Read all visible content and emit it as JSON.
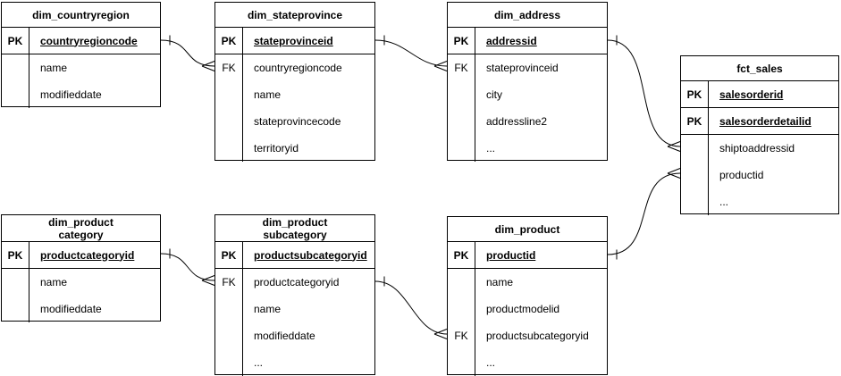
{
  "diagram": {
    "background_color": "#ffffff",
    "line_color": "#000000",
    "text_color": "#000000",
    "notation": "crow's foot (one-to-many)"
  },
  "tables": [
    {
      "id": "dim_countryregion",
      "title": "dim_countryregion",
      "rows": [
        {
          "key": "PK",
          "name": "countryregioncode"
        },
        {
          "key": "",
          "name": "name"
        },
        {
          "key": "",
          "name": "modifieddate"
        }
      ]
    },
    {
      "id": "dim_stateprovince",
      "title": "dim_stateprovince",
      "rows": [
        {
          "key": "PK",
          "name": "stateprovinceid"
        },
        {
          "key": "FK",
          "name": "countryregioncode"
        },
        {
          "key": "",
          "name": "name"
        },
        {
          "key": "",
          "name": "stateprovincecode"
        },
        {
          "key": "",
          "name": "territoryid"
        }
      ]
    },
    {
      "id": "dim_address",
      "title": "dim_address",
      "rows": [
        {
          "key": "PK",
          "name": "addressid"
        },
        {
          "key": "FK",
          "name": "stateprovinceid"
        },
        {
          "key": "",
          "name": "city"
        },
        {
          "key": "",
          "name": "addressline2"
        },
        {
          "key": "",
          "name": "..."
        }
      ]
    },
    {
      "id": "fct_sales",
      "title": "fct_sales",
      "rows": [
        {
          "key": "PK",
          "name": "salesorderid"
        },
        {
          "key": "PK",
          "name": "salesorderdetailid"
        },
        {
          "key": "",
          "name": "shiptoaddressid"
        },
        {
          "key": "",
          "name": "productid"
        },
        {
          "key": "",
          "name": "..."
        }
      ]
    },
    {
      "id": "dim_productcategory",
      "title": "dim_product\ncategory",
      "rows": [
        {
          "key": "PK",
          "name": "productcategoryid"
        },
        {
          "key": "",
          "name": "name"
        },
        {
          "key": "",
          "name": "modifieddate"
        }
      ]
    },
    {
      "id": "dim_productsubcategory",
      "title": "dim_product\nsubcategory",
      "rows": [
        {
          "key": "PK",
          "name": "productsubcategoryid"
        },
        {
          "key": "FK",
          "name": "productcategoryid"
        },
        {
          "key": "",
          "name": "name"
        },
        {
          "key": "",
          "name": "modifieddate"
        },
        {
          "key": "",
          "name": "..."
        }
      ]
    },
    {
      "id": "dim_product",
      "title": "dim_product",
      "rows": [
        {
          "key": "PK",
          "name": "productid"
        },
        {
          "key": "",
          "name": "name"
        },
        {
          "key": "",
          "name": "productmodelid"
        },
        {
          "key": "FK",
          "name": "productsubcategoryid"
        },
        {
          "key": "",
          "name": "..."
        }
      ]
    }
  ],
  "relationships": [
    {
      "from": "dim_countryregion.countryregioncode",
      "to": "dim_stateprovince.countryregioncode",
      "cardinality": "one-to-many"
    },
    {
      "from": "dim_stateprovince.stateprovinceid",
      "to": "dim_address.stateprovinceid",
      "cardinality": "one-to-many"
    },
    {
      "from": "dim_address.addressid",
      "to": "fct_sales.shiptoaddressid",
      "cardinality": "one-to-many"
    },
    {
      "from": "dim_product.productid",
      "to": "fct_sales.productid",
      "cardinality": "one-to-many"
    },
    {
      "from": "dim_productcategory.productcategoryid",
      "to": "dim_productsubcategory.productcategoryid",
      "cardinality": "one-to-many"
    },
    {
      "from": "dim_productsubcategory.productsubcategoryid",
      "to": "dim_product.productsubcategoryid",
      "cardinality": "one-to-many"
    }
  ]
}
